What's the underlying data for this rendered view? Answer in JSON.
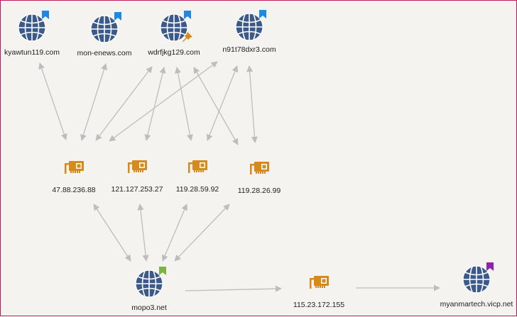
{
  "diagram": {
    "domains": [
      {
        "id": "kyawtun119",
        "label": "kyawtun119.com",
        "flag": "#1e88e5",
        "pin": false
      },
      {
        "id": "mon-enews",
        "label": "mon-enews.com",
        "flag": "#1e88e5",
        "pin": false
      },
      {
        "id": "wdrfjkg129",
        "label": "wdrfjkg129.com",
        "flag": "#1e88e5",
        "pin": true
      },
      {
        "id": "n91t78dxr3",
        "label": "n91t78dxr3.com",
        "flag": "#1e88e5",
        "pin": false
      },
      {
        "id": "mopo3",
        "label": "mopo3.net",
        "flag": "#7cb342",
        "pin": false
      },
      {
        "id": "myanmartech",
        "label": "myanmartech.vicp.net",
        "flag": "#8e24aa",
        "pin": false
      }
    ],
    "ips": [
      {
        "id": "ip1",
        "label": "47.88.236.88"
      },
      {
        "id": "ip2",
        "label": "121.127.253.27"
      },
      {
        "id": "ip3",
        "label": "119.28.59.92"
      },
      {
        "id": "ip4",
        "label": "119.28.26.99"
      },
      {
        "id": "ip5",
        "label": "115.23.172.155"
      }
    ],
    "edges": [
      {
        "from": "kyawtun119",
        "to": "ip1",
        "bidirectional": true
      },
      {
        "from": "mon-enews",
        "to": "ip1",
        "bidirectional": true
      },
      {
        "from": "wdrfjkg129",
        "to": "ip1",
        "bidirectional": true
      },
      {
        "from": "wdrfjkg129",
        "to": "ip2",
        "bidirectional": true
      },
      {
        "from": "wdrfjkg129",
        "to": "ip3",
        "bidirectional": true
      },
      {
        "from": "wdrfjkg129",
        "to": "ip4",
        "bidirectional": true
      },
      {
        "from": "n91t78dxr3",
        "to": "ip1",
        "bidirectional": true
      },
      {
        "from": "n91t78dxr3",
        "to": "ip3",
        "bidirectional": true
      },
      {
        "from": "n91t78dxr3",
        "to": "ip4",
        "bidirectional": true
      },
      {
        "from": "ip1",
        "to": "mopo3",
        "bidirectional": true
      },
      {
        "from": "ip2",
        "to": "mopo3",
        "bidirectional": true
      },
      {
        "from": "ip3",
        "to": "mopo3",
        "bidirectional": true
      },
      {
        "from": "ip4",
        "to": "mopo3",
        "bidirectional": true
      },
      {
        "from": "mopo3",
        "to": "ip5",
        "bidirectional": false
      },
      {
        "from": "ip5",
        "to": "myanmartech",
        "bidirectional": false
      }
    ],
    "colors": {
      "globe": "#3b5a8a",
      "nic": "#d68a1c",
      "edge": "#bdbdbd",
      "border": "#c2185b"
    }
  }
}
